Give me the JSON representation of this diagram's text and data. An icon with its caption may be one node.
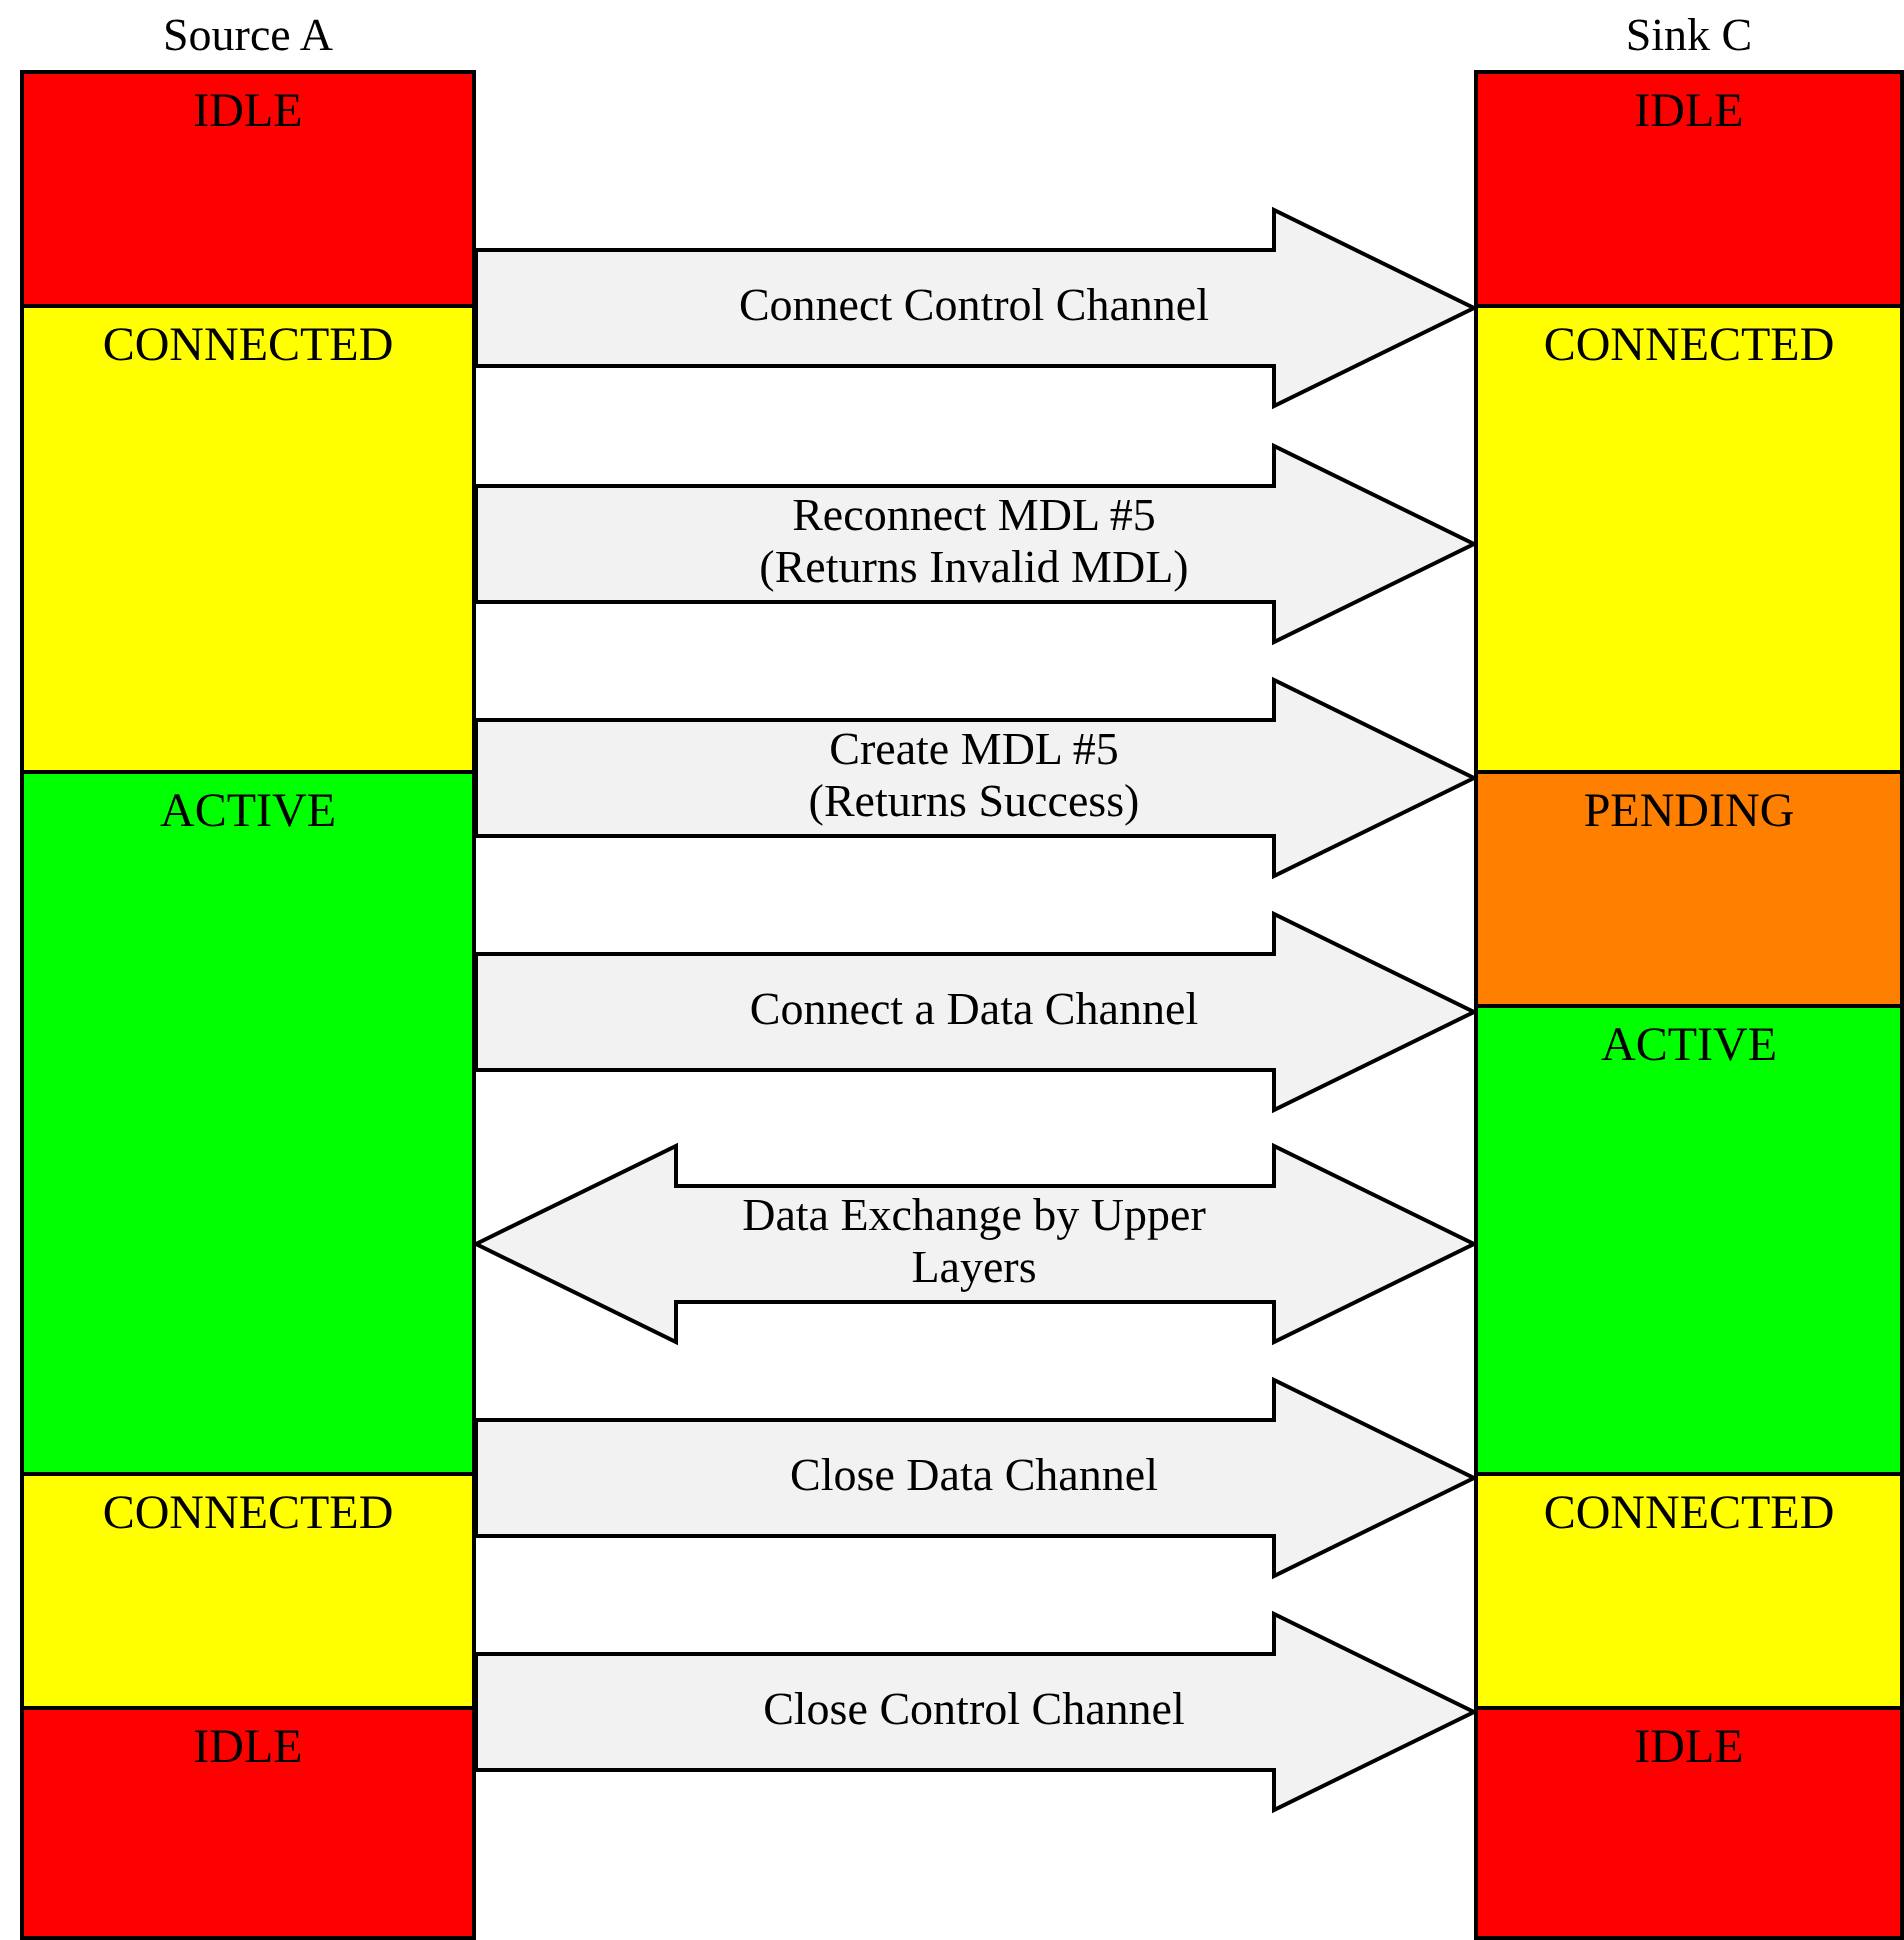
{
  "diagram": {
    "nodes": [
      {
        "text": [
          "Source A"
        ]
      },
      {
        "text": [
          "IDLE"
        ],
        "in": 0
      },
      {
        "text": [
          "CONNECTED"
        ],
        "in": 0
      },
      {
        "text": [
          "ACTIVE"
        ],
        "in": 0
      },
      {
        "text": [
          "CONNECTED"
        ],
        "in": 0
      },
      {
        "text": [
          "IDLE"
        ],
        "in": 0
      },
      {
        "text": [
          "Sink C"
        ]
      },
      {
        "text": [
          "IDLE"
        ],
        "in": 6
      },
      {
        "text": [
          "CONNECTED"
        ],
        "in": 6
      },
      {
        "text": [
          "PENDING"
        ],
        "in": 6
      },
      {
        "text": [
          "ACTIVE"
        ],
        "in": 6
      },
      {
        "text": [
          "CONNECTED"
        ],
        "in": 6
      },
      {
        "text": [
          "IDLE"
        ],
        "in": 6
      }
    ],
    "edges": [
      {
        "from": 0,
        "to": 6,
        "arrow": "to",
        "label": "Connect Control Channel"
      },
      {
        "from": 0,
        "to": 6,
        "arrow": "to",
        "label": "Reconnect MDL #5 (Returns Invalid MDL)"
      },
      {
        "from": 0,
        "to": 6,
        "arrow": "to",
        "label": "Create MDL #5 (Returns Success)"
      },
      {
        "from": 0,
        "to": 6,
        "arrow": "to",
        "label": "Connect a Data Channel"
      },
      {
        "from": 0,
        "to": 6,
        "arrow": "both",
        "label": "Data Exchange by Upper Layers"
      },
      {
        "from": 0,
        "to": 6,
        "arrow": "to",
        "label": "Close Data Channel"
      },
      {
        "from": 0,
        "to": 6,
        "arrow": "to",
        "label": "Close Control Channel"
      }
    ]
  }
}
